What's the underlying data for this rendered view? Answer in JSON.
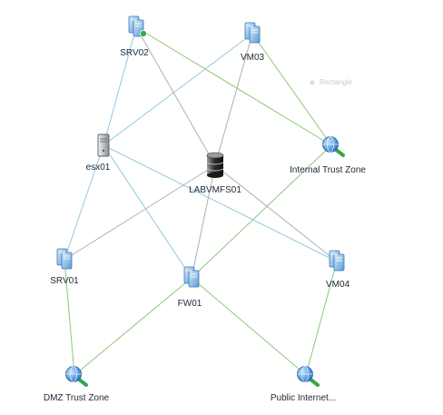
{
  "diagram": {
    "nodes": [
      {
        "id": "srv02",
        "label": "SRV02",
        "icon": "vm-with-green-badge"
      },
      {
        "id": "vm03",
        "label": "VM03",
        "icon": "vm"
      },
      {
        "id": "esx01",
        "label": "esx01",
        "icon": "host-server"
      },
      {
        "id": "labvmfs01",
        "label": "LABVMFS01",
        "icon": "datastore"
      },
      {
        "id": "internal",
        "label": "Internal Trust Zone",
        "icon": "trust-zone-globe"
      },
      {
        "id": "srv01",
        "label": "SRV01",
        "icon": "vm"
      },
      {
        "id": "fw01",
        "label": "FW01",
        "icon": "vm"
      },
      {
        "id": "vm04",
        "label": "VM04",
        "icon": "vm"
      },
      {
        "id": "dmz",
        "label": "DMZ Trust Zone",
        "icon": "trust-zone-globe"
      },
      {
        "id": "public",
        "label": "Public Internet...",
        "icon": "trust-zone-globe"
      }
    ],
    "edges": [
      {
        "from": "srv02",
        "to": "internal",
        "kind": "trust-zone"
      },
      {
        "from": "vm03",
        "to": "internal",
        "kind": "trust-zone"
      },
      {
        "from": "srv01",
        "to": "dmz",
        "kind": "trust-zone"
      },
      {
        "from": "fw01",
        "to": "dmz",
        "kind": "trust-zone"
      },
      {
        "from": "fw01",
        "to": "public",
        "kind": "trust-zone"
      },
      {
        "from": "fw01",
        "to": "internal",
        "kind": "trust-zone"
      },
      {
        "from": "vm04",
        "to": "public",
        "kind": "trust-zone"
      },
      {
        "from": "esx01",
        "to": "srv02",
        "kind": "host"
      },
      {
        "from": "esx01",
        "to": "vm03",
        "kind": "host"
      },
      {
        "from": "esx01",
        "to": "srv01",
        "kind": "host"
      },
      {
        "from": "esx01",
        "to": "fw01",
        "kind": "host"
      },
      {
        "from": "esx01",
        "to": "vm04",
        "kind": "host"
      },
      {
        "from": "srv02",
        "to": "labvmfs01",
        "kind": "storage"
      },
      {
        "from": "vm03",
        "to": "labvmfs01",
        "kind": "storage"
      },
      {
        "from": "srv01",
        "to": "labvmfs01",
        "kind": "storage"
      },
      {
        "from": "fw01",
        "to": "labvmfs01",
        "kind": "storage"
      },
      {
        "from": "vm04",
        "to": "labvmfs01",
        "kind": "storage"
      }
    ],
    "ghost_label": "Rectangle",
    "colors": {
      "trust_zone_line": "#8cc97a",
      "host_line": "#94c8e0",
      "storage_line": "#b0b0b0",
      "vm_blue": "#6fa8dc",
      "globe_blue": "#2d7fd3",
      "badge_green": "#3aa64a",
      "label_text": "#1d2735"
    }
  }
}
